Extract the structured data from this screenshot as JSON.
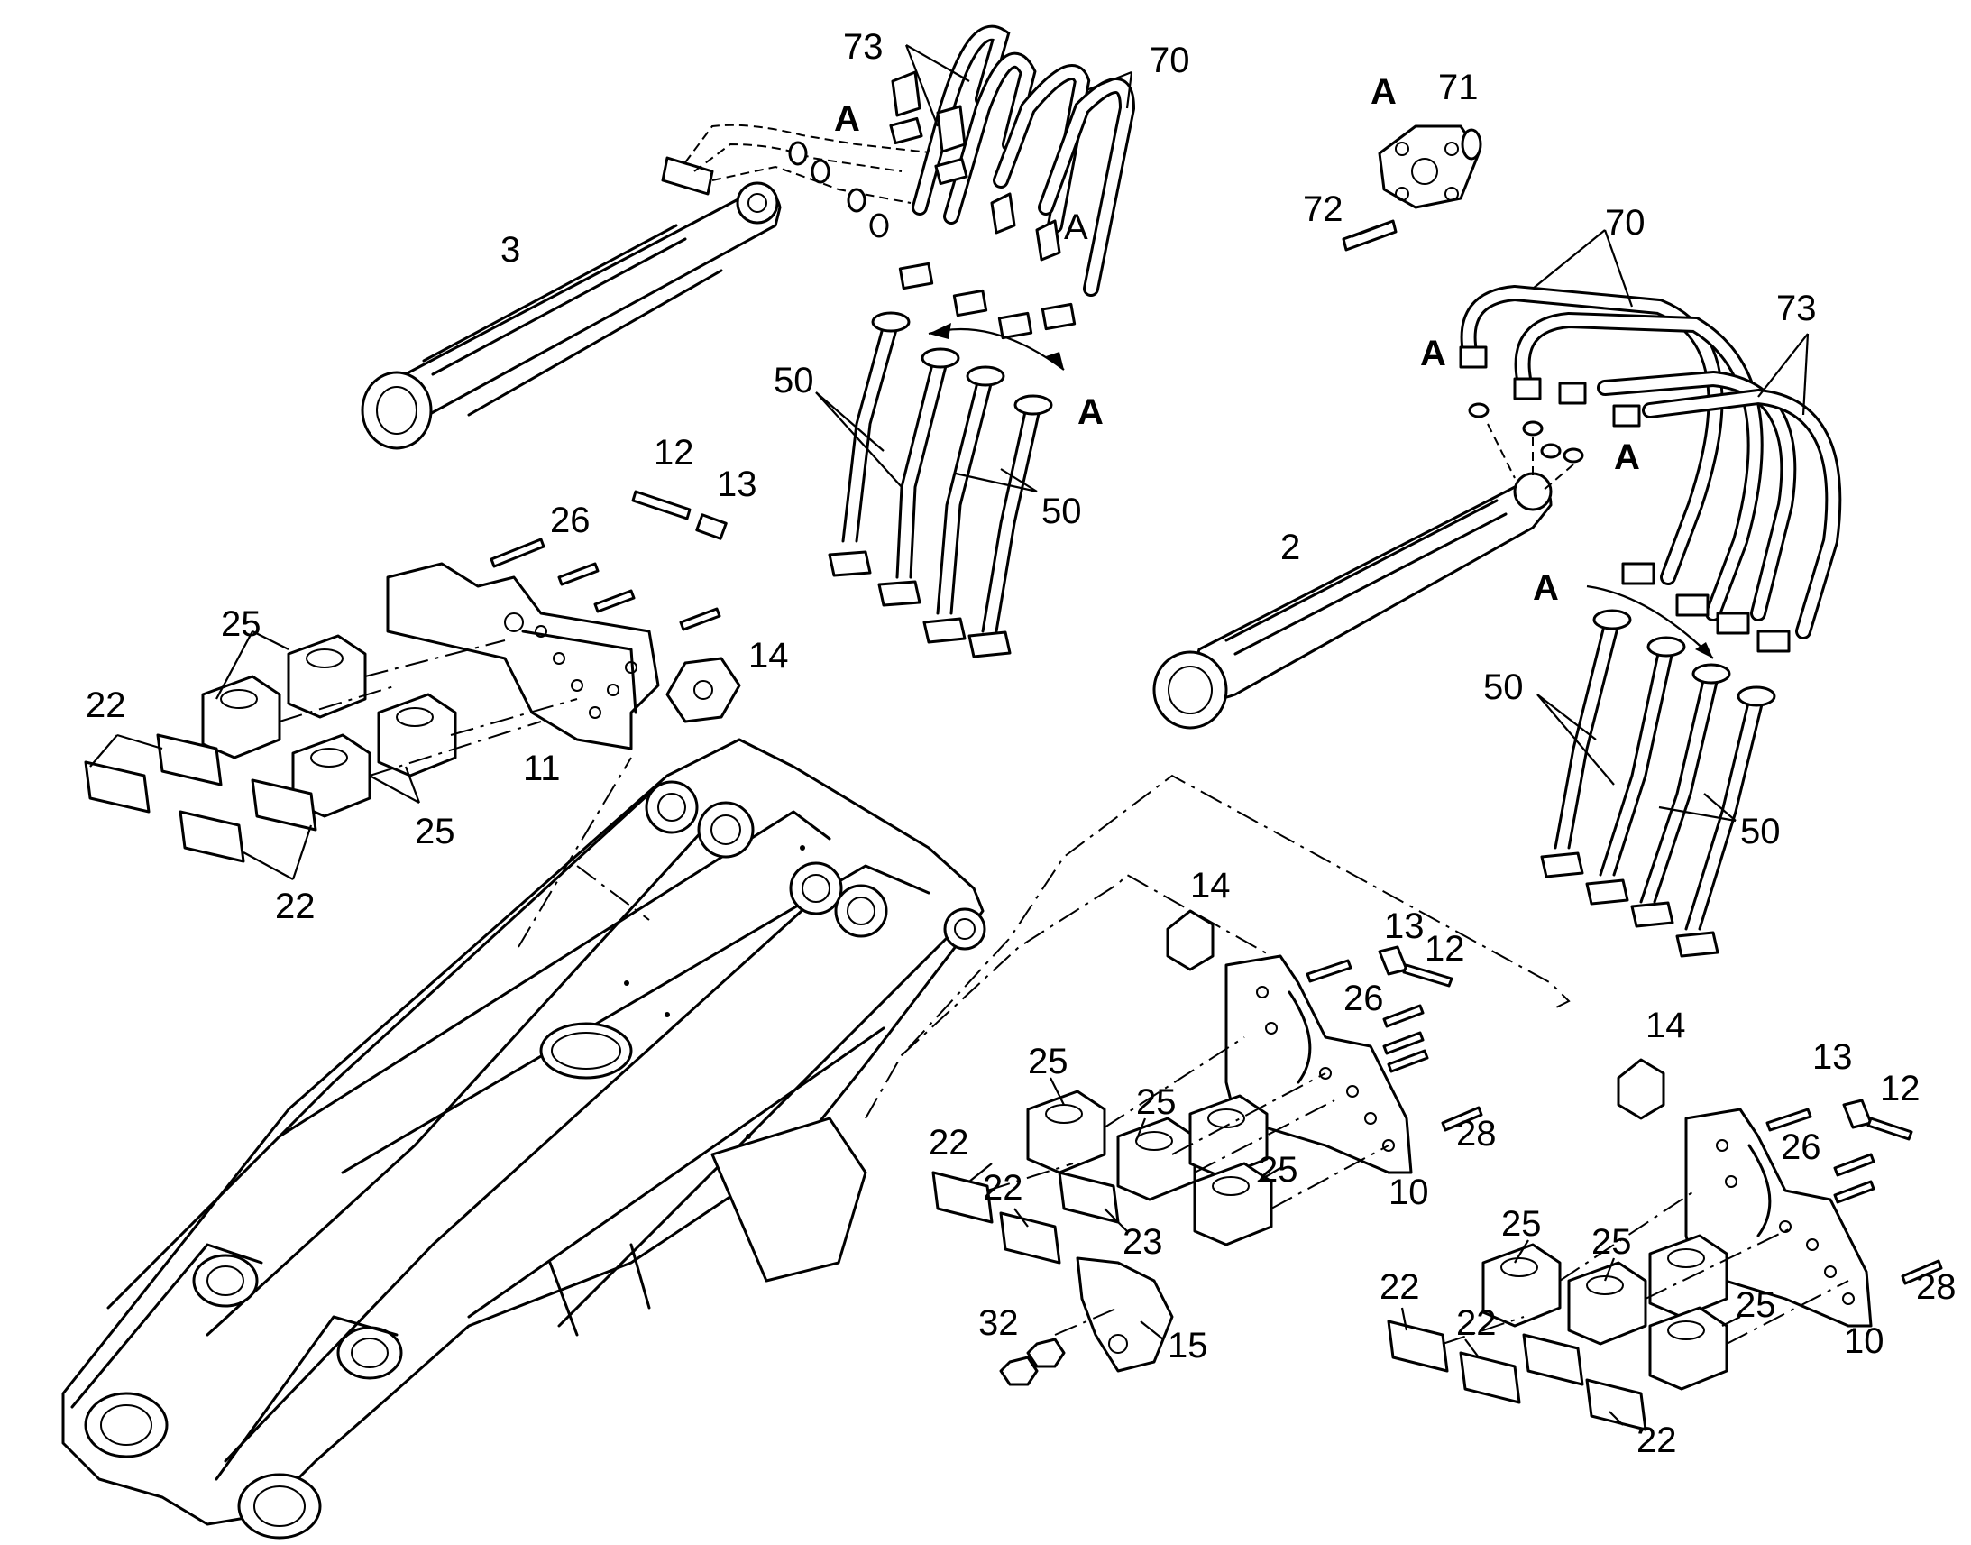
{
  "labels": {
    "p2": "2",
    "p3": "3",
    "p10": "10",
    "p11": "11",
    "p12": "12",
    "p13": "13",
    "p14": "14",
    "p15": "15",
    "p22": "22",
    "p23": "23",
    "p25": "25",
    "p26": "26",
    "p28": "28",
    "p32": "32",
    "p50": "50",
    "p70": "70",
    "p71": "71",
    "p72": "72",
    "p73": "73",
    "detail": "A"
  }
}
